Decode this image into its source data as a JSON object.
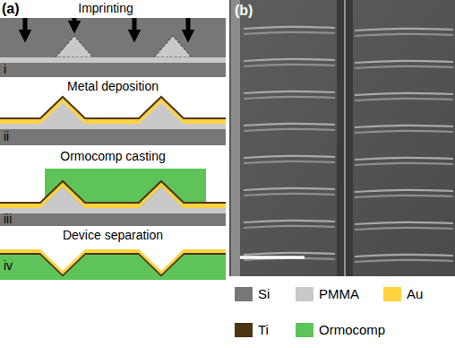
{
  "diagram": {
    "labels": [
      "(a)",
      "Imprinting",
      "i",
      "Metal deposition",
      "ii",
      "Ormocomp casting",
      "iii",
      "Device separation",
      "iv",
      "(b)"
    ],
    "legend": [
      {
        "text": "Si",
        "color": "#777777"
      },
      {
        "text": "PMMA",
        "color": "#c9c9c9"
      },
      {
        "text": "Au",
        "color": "#ffd23f"
      },
      {
        "text": "Ti",
        "color": "#4b3515"
      },
      {
        "text": "Ormocomp",
        "color": "#5ec45a"
      }
    ]
  }
}
